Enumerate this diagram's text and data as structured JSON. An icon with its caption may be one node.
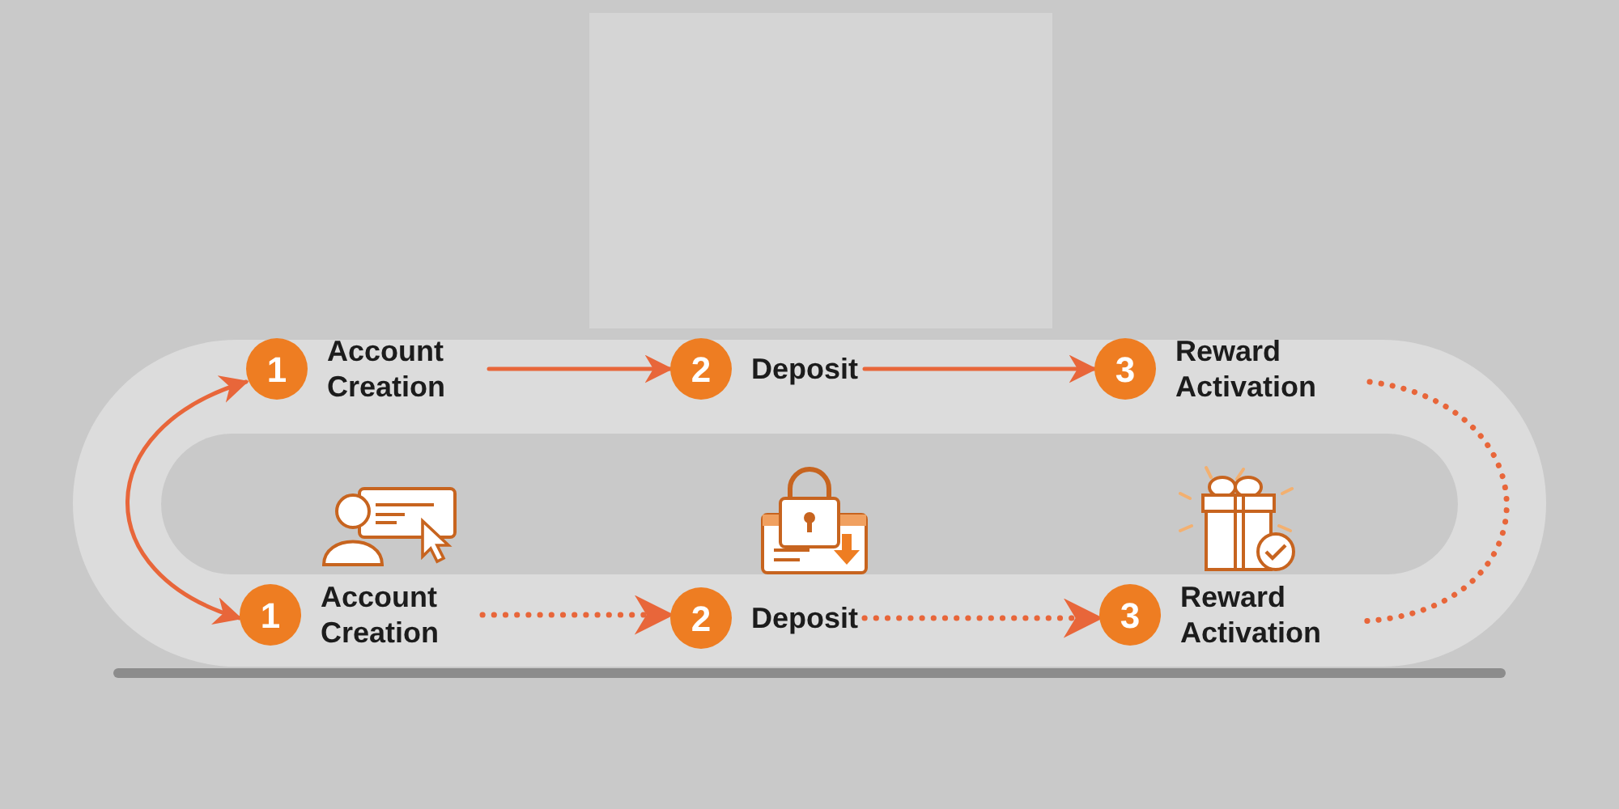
{
  "diagram": {
    "nodes": [
      {
        "text": [
          "1"
        ],
        "beside": [
          "Account Creation"
        ]
      },
      {
        "text": [
          "2"
        ],
        "beside": [
          "Deposit"
        ]
      },
      {
        "text": [
          "3"
        ],
        "beside": [
          "Reward Activation"
        ]
      },
      {
        "text": [
          "1"
        ],
        "beside": [
          "Account Creation"
        ]
      },
      {
        "text": [
          "2"
        ],
        "beside": [
          "Deposit"
        ]
      },
      {
        "text": [
          "3"
        ],
        "beside": [
          "Reward Activation"
        ]
      }
    ],
    "edges": [
      {
        "from": 0,
        "to": 1,
        "arrow": "to"
      },
      {
        "from": 1,
        "to": 2,
        "arrow": "to"
      },
      {
        "from": 2,
        "to": 5,
        "arrow": "none",
        "style": "dashed"
      },
      {
        "from": 3,
        "to": 4,
        "arrow": "to",
        "style": "dashed"
      },
      {
        "from": 4,
        "to": 5,
        "arrow": "to",
        "style": "dashed"
      },
      {
        "from": 0,
        "to": 3,
        "arrow": "both"
      }
    ]
  }
}
